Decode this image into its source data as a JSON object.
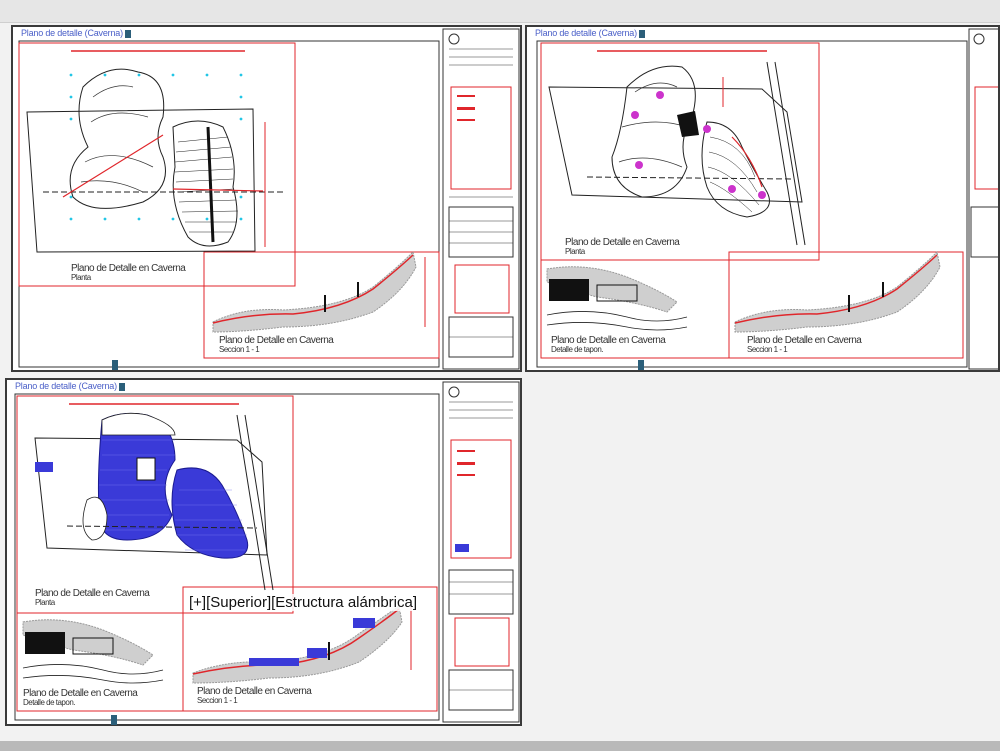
{
  "sheets": [
    {
      "label": "Plano de detalle (Caverna)",
      "titles": [
        {
          "main": "Plano de Detalle en Caverna",
          "sub": "Planta"
        },
        {
          "main": "Plano de Detalle en Caverna",
          "sub": "Seccion 1 - 1"
        }
      ]
    },
    {
      "label": "Plano de detalle (Caverna)",
      "titles": [
        {
          "main": "Plano de Detalle en Caverna",
          "sub": "Planta"
        },
        {
          "main": "Plano de Detalle en Caverna",
          "sub": "Detalle de tapon."
        },
        {
          "main": "Plano de Detalle en Caverna",
          "sub": "Seccion 1 - 1"
        }
      ]
    },
    {
      "label": "Plano de detalle (Caverna)",
      "titles": [
        {
          "main": "Plano de Detalle en Caverna",
          "sub": "Planta"
        },
        {
          "main": "Plano de Detalle en Caverna",
          "sub": "Detalle de tapon."
        },
        {
          "main": "Plano de Detalle en Caverna",
          "sub": "Seccion 1 - 1"
        }
      ]
    }
  ],
  "viewport_tooltip": "[+][Superior][Estructura alámbrica]",
  "colors": {
    "frame": "#3a3a3a",
    "redline": "#e0262b",
    "hatch": "#2b2bd4",
    "magenta": "#cc33cc",
    "label": "#4a5fc8"
  }
}
